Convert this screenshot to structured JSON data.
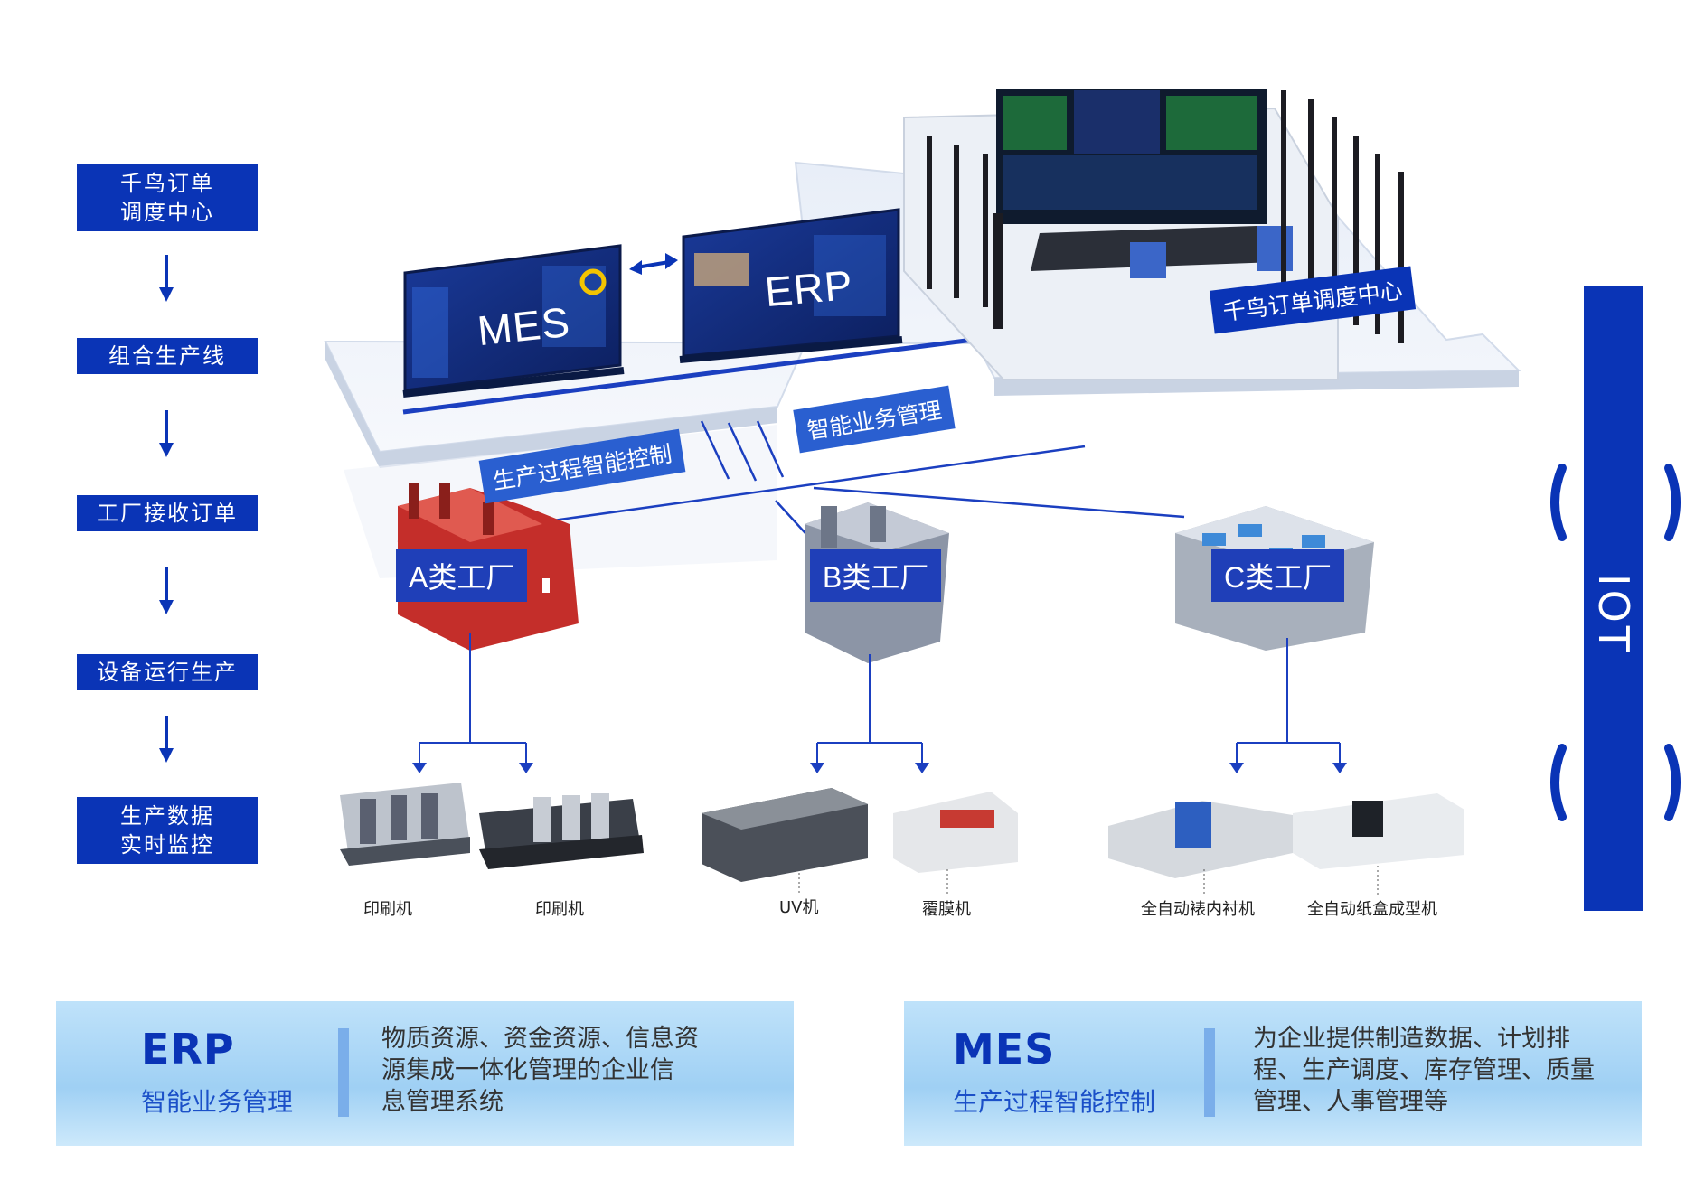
{
  "flow_steps": [
    {
      "line1": "千鸟订单",
      "line2": "调度中心"
    },
    {
      "line1": "组合生产线",
      "line2": ""
    },
    {
      "line1": "工厂接收订单",
      "line2": ""
    },
    {
      "line1": "设备运行生产",
      "line2": ""
    },
    {
      "line1": "生产数据",
      "line2": "实时监控"
    }
  ],
  "platform": {
    "mes_screen": "MES",
    "erp_screen": "ERP",
    "control_center": "千鸟订单调度中心",
    "tag_production": "生产过程智能控制",
    "tag_business": "智能业务管理"
  },
  "factories": {
    "a": "A类工厂",
    "b": "B类工厂",
    "c": "C类工厂"
  },
  "machines": {
    "m1": "印刷机",
    "m2": "印刷机",
    "m3": "UV机",
    "m4": "覆膜机",
    "m5": "全自动裱内衬机",
    "m6": "全自动纸盒成型机"
  },
  "iot": {
    "label": "IOT"
  },
  "cards": {
    "erp": {
      "title": "ERP",
      "subtitle": "智能业务管理",
      "desc_line1": "物质资源、资金资源、信息资",
      "desc_line2": "源集成一体化管理的企业信",
      "desc_line3": "息管理系统"
    },
    "mes": {
      "title": "MES",
      "subtitle": "生产过程智能控制",
      "desc_line1": "为企业提供制造数据、计划排",
      "desc_line2": "程、生产调度、库存管理、质量",
      "desc_line3": "管理、人事管理等"
    }
  },
  "colors": {
    "brand_blue": "#0a34b6",
    "tag_blue": "#2a5fd0",
    "card_bg": "#a9d6f6",
    "factory_red": "#d0352f"
  }
}
